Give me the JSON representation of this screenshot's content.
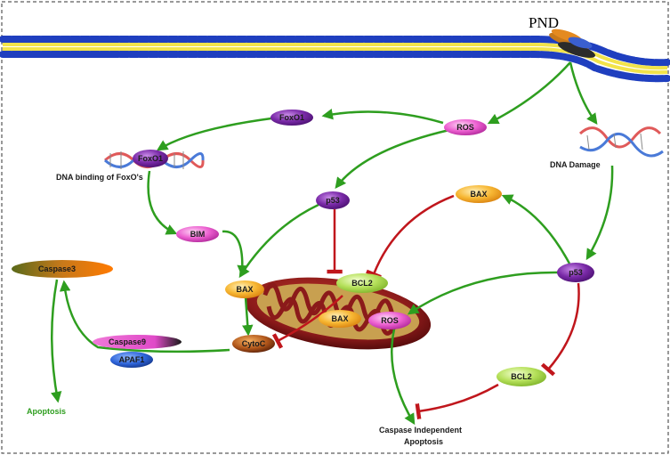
{
  "labels": {
    "pnd": "PND",
    "ros_top": "ROS",
    "foxo1_top": "FoxO1",
    "foxo1_dna": "FoxO1",
    "dna_binding": "DNA binding of FoxO's",
    "dna_damage": "DNA Damage",
    "p53_left": "p53",
    "bim": "BIM",
    "bax_right": "BAX",
    "bcl2_center": "BCL2",
    "bax_mito_left": "BAX",
    "bax_mito_center": "BAX",
    "ros_mito": "ROS",
    "p53_right": "p53",
    "caspase3": "Caspase3",
    "caspase9": "Caspase9",
    "apaf1": "APAF1",
    "cytoc": "CytoC",
    "bcl2_right": "BCL2",
    "apoptosis": "Apoptosis",
    "caspase_independent_1": "Caspase Independent",
    "caspase_independent_2": "Apoptosis"
  },
  "colors": {
    "activation": "#2e9e1f",
    "inhibition": "#c0161c",
    "membrane_head": "#1f3fbf",
    "membrane_tail": "#f2e34a",
    "pink": "#ec5fd0",
    "purple": "#7a2aa8",
    "orange": "#f5a623",
    "green_node": "#a8d84a",
    "mito": "#8b1a1a"
  }
}
